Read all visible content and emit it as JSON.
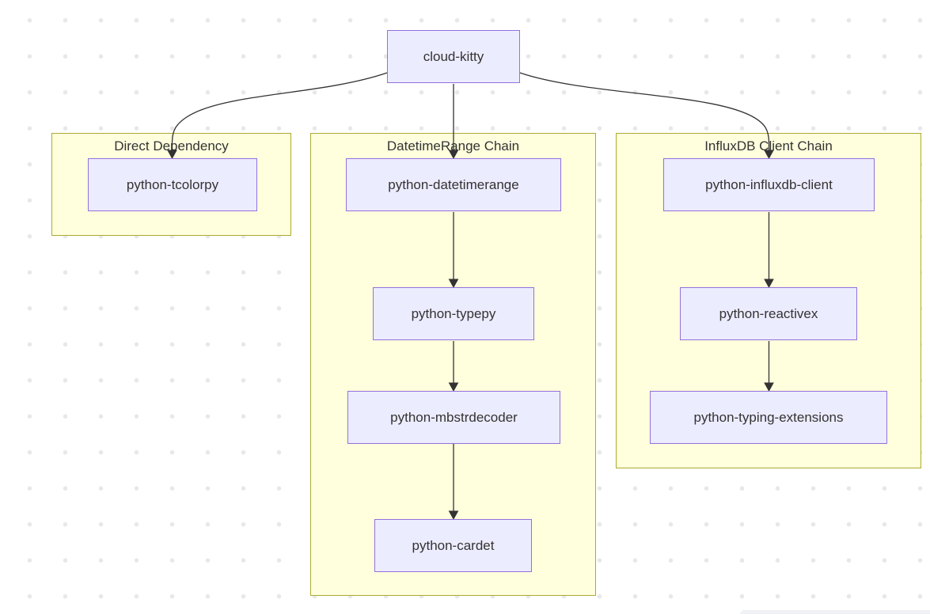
{
  "diagram": {
    "type": "flowchart",
    "direction": "top-down",
    "root": {
      "label": "cloud-kitty"
    },
    "clusters": [
      {
        "label": "Direct Dependency",
        "nodes": [
          {
            "label": "python-tcolorpy"
          }
        ]
      },
      {
        "label": "DatetimeRange Chain",
        "nodes": [
          {
            "label": "python-datetimerange"
          },
          {
            "label": "python-typepy"
          },
          {
            "label": "python-mbstrdecoder"
          },
          {
            "label": "python-cardet"
          }
        ]
      },
      {
        "label": "InfluxDB Client Chain",
        "nodes": [
          {
            "label": "python-influxdb-client"
          },
          {
            "label": "python-reactivex"
          },
          {
            "label": "python-typing-extensions"
          }
        ]
      }
    ],
    "edges": [
      {
        "from": "cloud-kitty",
        "to": "python-tcolorpy"
      },
      {
        "from": "cloud-kitty",
        "to": "python-datetimerange"
      },
      {
        "from": "cloud-kitty",
        "to": "python-influxdb-client"
      },
      {
        "from": "python-datetimerange",
        "to": "python-typepy"
      },
      {
        "from": "python-typepy",
        "to": "python-mbstrdecoder"
      },
      {
        "from": "python-mbstrdecoder",
        "to": "python-cardet"
      },
      {
        "from": "python-influxdb-client",
        "to": "python-reactivex"
      },
      {
        "from": "python-reactivex",
        "to": "python-typing-extensions"
      }
    ],
    "colors": {
      "node_fill": "#ececff",
      "node_border": "#9370db",
      "cluster_fill": "#ffffde",
      "cluster_border": "#aaaa33",
      "edge": "#333333",
      "label_text": "#333333",
      "canvas_dot": "#e8e8ea",
      "bottom_panel": "#eff1f5"
    }
  }
}
